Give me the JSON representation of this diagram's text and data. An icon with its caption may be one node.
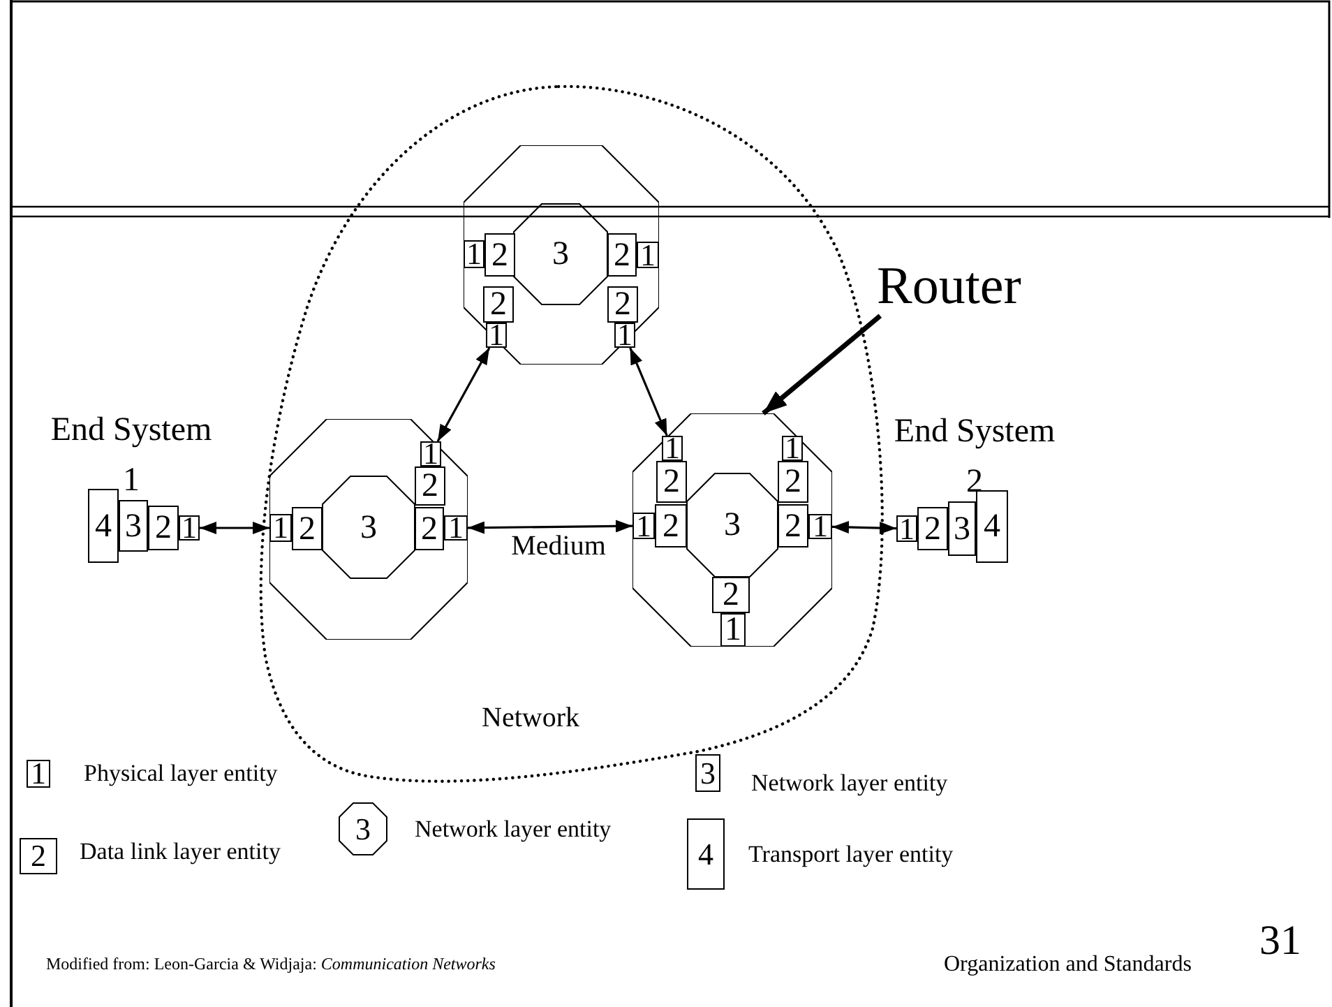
{
  "diagram": {
    "nodes": [
      {
        "text": [
          "Network"
        ]
      },
      {
        "text": [],
        "shape": "octagon",
        "in": 0
      },
      {
        "text": [
          "3"
        ],
        "in": 1
      },
      {
        "text": [
          "1"
        ],
        "in": 1
      },
      {
        "text": [
          "2"
        ],
        "in": 1
      },
      {
        "text": [
          "2"
        ],
        "in": 1
      },
      {
        "text": [
          "1"
        ],
        "in": 1
      },
      {
        "text": [
          "2"
        ],
        "in": 1
      },
      {
        "text": [
          "1"
        ],
        "in": 1
      },
      {
        "text": [
          "2"
        ],
        "in": 1
      },
      {
        "text": [
          "1"
        ],
        "in": 1
      },
      {
        "text": [
          "Router"
        ]
      },
      {
        "text": [
          "4"
        ]
      },
      {
        "text": [
          "3"
        ]
      },
      {
        "text": [
          "2"
        ]
      },
      {
        "text": [
          "1"
        ]
      },
      {
        "text": [],
        "shape": "octagon",
        "in": 0
      },
      {
        "text": [
          "3"
        ],
        "in": 16
      },
      {
        "text": [
          "1"
        ],
        "in": 16
      },
      {
        "text": [
          "2"
        ],
        "in": 16
      },
      {
        "text": [
          "2"
        ],
        "in": 16
      },
      {
        "text": [
          "1"
        ],
        "in": 16
      },
      {
        "text": [
          "2"
        ],
        "in": 16
      },
      {
        "text": [
          "1"
        ],
        "in": 16
      },
      {
        "text": [],
        "shape": "octagon",
        "in": 0
      },
      {
        "text": [
          "3"
        ],
        "in": 24
      },
      {
        "text": [
          "1"
        ],
        "in": 24
      },
      {
        "text": [
          "2"
        ],
        "in": 24
      },
      {
        "text": [
          "2"
        ],
        "in": 24
      },
      {
        "text": [
          "1"
        ],
        "in": 24
      },
      {
        "text": [
          "1"
        ],
        "in": 24
      },
      {
        "text": [
          "2"
        ],
        "in": 24
      },
      {
        "text": [
          "2"
        ],
        "in": 24
      },
      {
        "text": [
          "1"
        ],
        "in": 24
      },
      {
        "text": [
          "2"
        ],
        "in": 24
      },
      {
        "text": [
          "1"
        ],
        "in": 24
      },
      {
        "text": [
          "1"
        ]
      },
      {
        "text": [
          "2"
        ]
      },
      {
        "text": [
          "3"
        ]
      },
      {
        "text": [
          "4"
        ]
      }
    ],
    "edges": [
      {
        "from": 15,
        "to": 18,
        "arrow": "both"
      },
      {
        "from": 21,
        "to": 26,
        "arrow": "both"
      },
      {
        "from": 8,
        "to": 23,
        "arrow": "both"
      },
      {
        "from": 10,
        "to": 30,
        "arrow": "both"
      },
      {
        "from": 29,
        "to": 36,
        "arrow": "both"
      },
      {
        "from": 11,
        "to": 24,
        "arrow": "to",
        "style": "thick"
      }
    ],
    "labels": [
      "End System 1",
      "End System 2",
      "Medium",
      "1",
      "2",
      "3",
      "3",
      "4",
      "Modified from: Leon-Garcia & Widjaja:  *Communication Networks*",
      "Organization and Standards",
      "31"
    ],
    "legend": [
      {
        "text": "Physical layer entity"
      },
      {
        "text": "Data link layer entity"
      },
      {
        "text": "Network layer entity"
      },
      {
        "text": "Network layer entity"
      },
      {
        "text": "Transport layer entity"
      }
    ]
  }
}
